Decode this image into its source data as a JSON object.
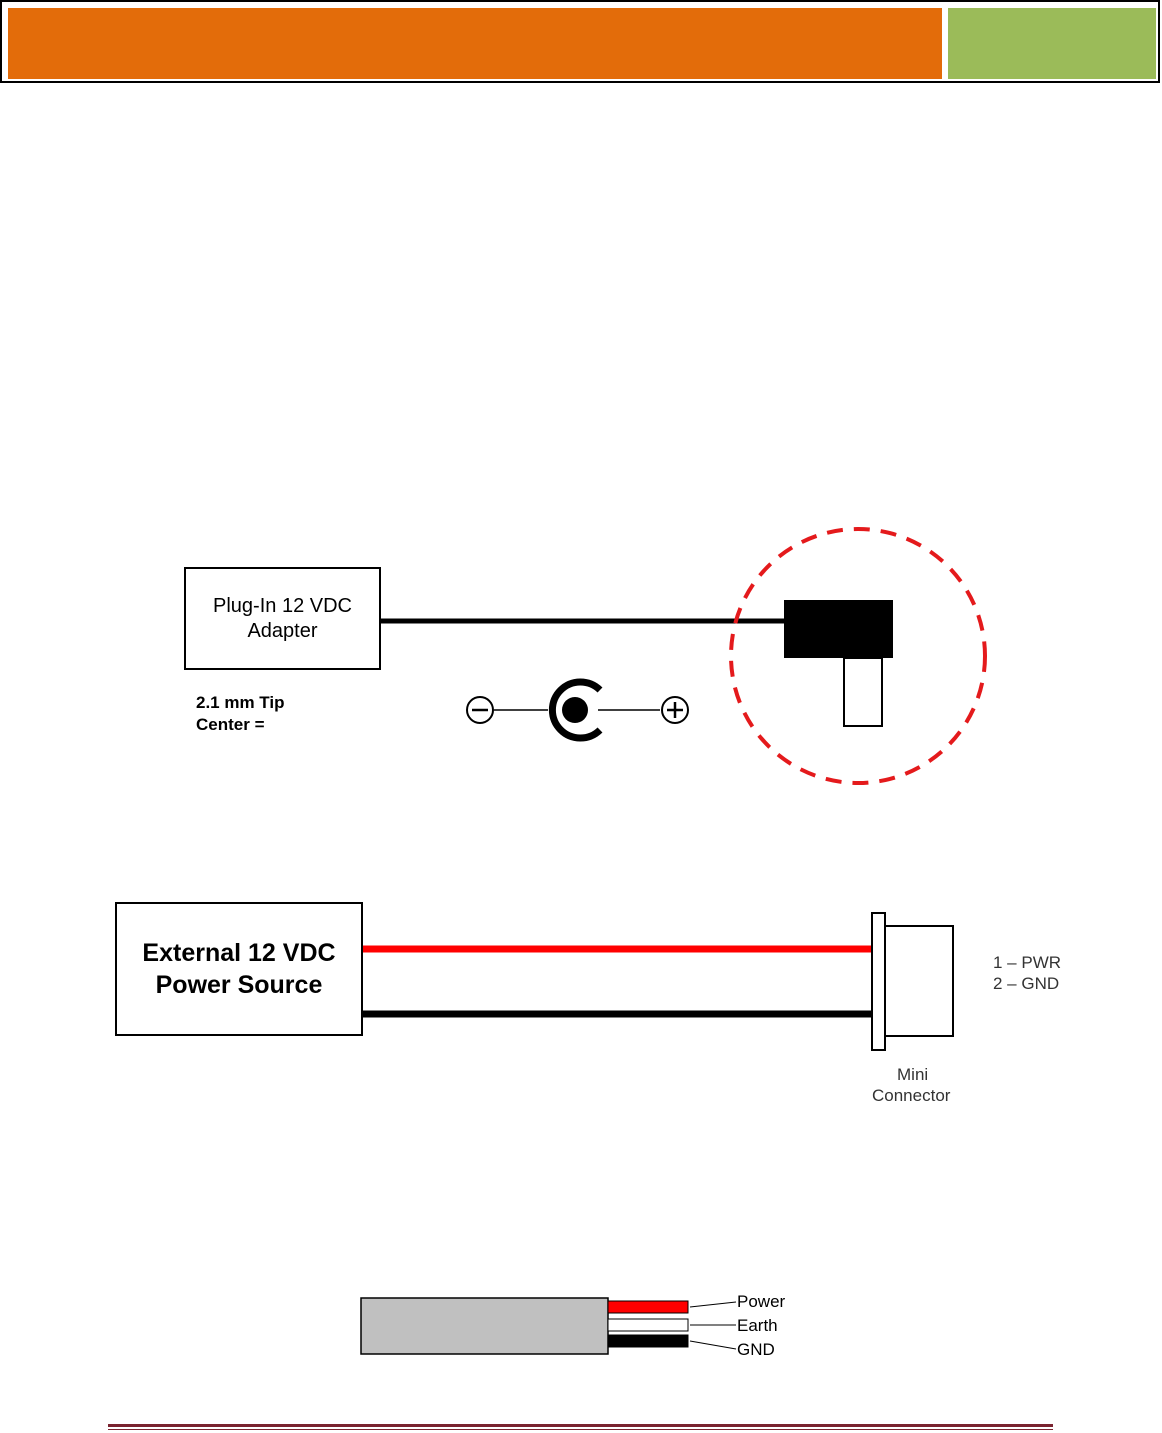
{
  "header": {
    "colors": {
      "primary": "#e36c0a",
      "secondary": "#9bbb59"
    }
  },
  "diagram1": {
    "adapter_line1": "Plug-In 12 VDC",
    "adapter_line2": "Adapter",
    "tip_line1": "2.1 mm Tip",
    "tip_line2": "Center =",
    "highlight_color": "#e41a1c"
  },
  "diagram2": {
    "source_line1": "External 12 VDC",
    "source_line2": "Power Source",
    "pin1": "1 – PWR",
    "pin2": "2 – GND",
    "connector_line1": "Mini",
    "connector_line2": "Connector",
    "wire_colors": {
      "power": "#ff0000",
      "ground": "#000000"
    }
  },
  "diagram3": {
    "wires": [
      {
        "label": "Power",
        "color": "#ff0000"
      },
      {
        "label": "Earth",
        "color": "#ffffff"
      },
      {
        "label": "GND",
        "color": "#000000"
      }
    ],
    "cable_color": "#c0c0c0"
  },
  "footer": {
    "rule_color": "#7a2330"
  }
}
